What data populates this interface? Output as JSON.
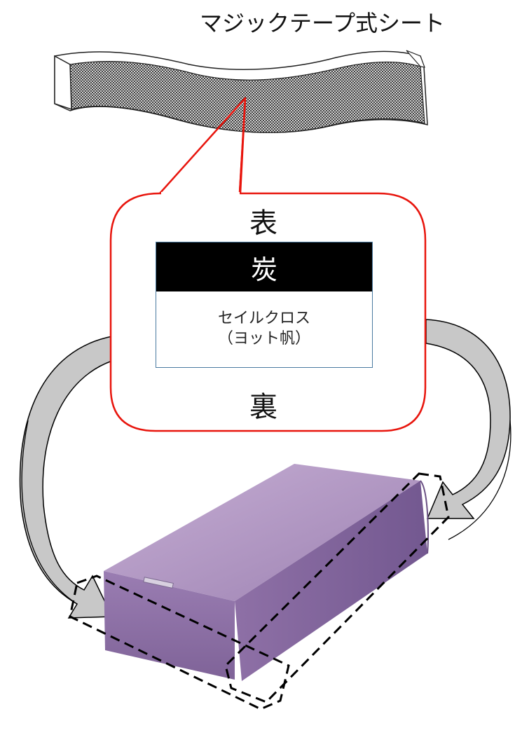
{
  "title": "マジックテープ式シート",
  "callout": {
    "front_label": "表",
    "back_label": "裏",
    "top_layer": "炭",
    "bottom_layer_line1": "セイルクロス",
    "bottom_layer_line2": "（ヨット帆）"
  },
  "colors": {
    "callout_border": "#e8150d",
    "top_layer_fill": "#000000",
    "layer_border": "#4a7aa0",
    "mattress_fill": "#a98cbc",
    "arrow_fill": "#c8c8c8"
  },
  "icons": {
    "tape_strip": "hatched-fabric-strip",
    "mattress": "mattress-image"
  }
}
